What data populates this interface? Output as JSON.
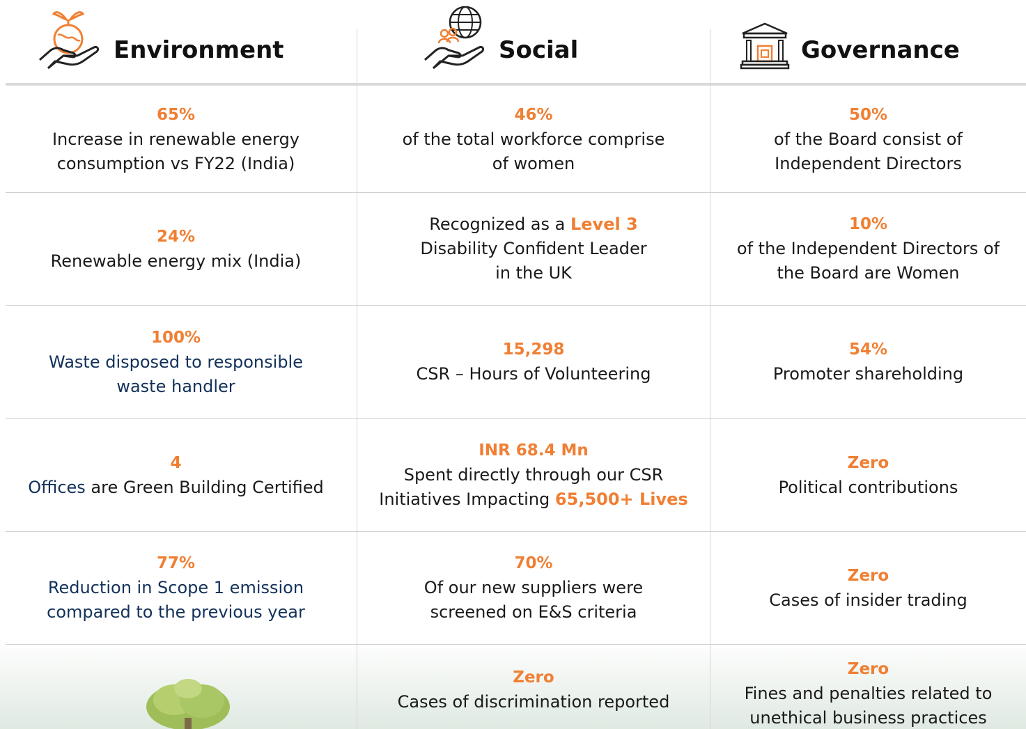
{
  "colors": {
    "accent": "#f07f33",
    "navy": "#12315a",
    "text": "#1a1a1a",
    "rule": "#d0d0d0"
  },
  "header": {
    "environment": {
      "title": "Environment",
      "icon": "hand-with-plant-globe-icon"
    },
    "social": {
      "title": "Social",
      "icon": "hand-with-globe-people-icon"
    },
    "governance": {
      "title": "Governance",
      "icon": "institution-building-icon"
    }
  },
  "environment": [
    {
      "stat": "65%",
      "line1": "Increase in renewable energy",
      "line2": "consumption vs FY22 (India)"
    },
    {
      "stat": "24%",
      "line1": "Renewable energy mix (India)"
    },
    {
      "stat": "100%",
      "line1": "Waste disposed to responsible",
      "line2": "waste handler"
    },
    {
      "stat": "4",
      "line1_highlight": "Offices",
      "line1_rest": " are Green Building Certified"
    },
    {
      "stat": "77%",
      "line1": "Reduction in Scope 1 emission",
      "line2": "compared to the previous year"
    }
  ],
  "social": [
    {
      "stat": "46%",
      "line1": "of the total workforce comprise",
      "line2": "of women"
    },
    {
      "line1_prefix": "Recognized as a ",
      "line1_highlight": "Level 3",
      "line2": "Disability Confident Leader",
      "line3": "in the UK"
    },
    {
      "stat": "15,298",
      "line1": "CSR – Hours of Volunteering"
    },
    {
      "stat": "INR 68.4 Mn",
      "line1": "Spent directly through our CSR",
      "line2_prefix": "Initiatives Impacting ",
      "line2_highlight": "65,500+ Lives"
    },
    {
      "stat": "70%",
      "line1": "Of our new suppliers were",
      "line2": "screened on E&S criteria"
    },
    {
      "stat": "Zero",
      "line1": "Cases of discrimination reported"
    }
  ],
  "governance": [
    {
      "stat": "50%",
      "line1": "of the Board consist of",
      "line2": "Independent Directors"
    },
    {
      "stat": "10%",
      "line1": "of the Independent Directors of",
      "line2": "the Board are Women"
    },
    {
      "stat": "54%",
      "line1": "Promoter shareholding"
    },
    {
      "stat": "Zero",
      "line1": "Political contributions"
    },
    {
      "stat": "Zero",
      "line1": "Cases of insider trading"
    },
    {
      "stat": "Zero",
      "line1": "Fines and penalties related to",
      "line2": "unethical business practices"
    }
  ]
}
